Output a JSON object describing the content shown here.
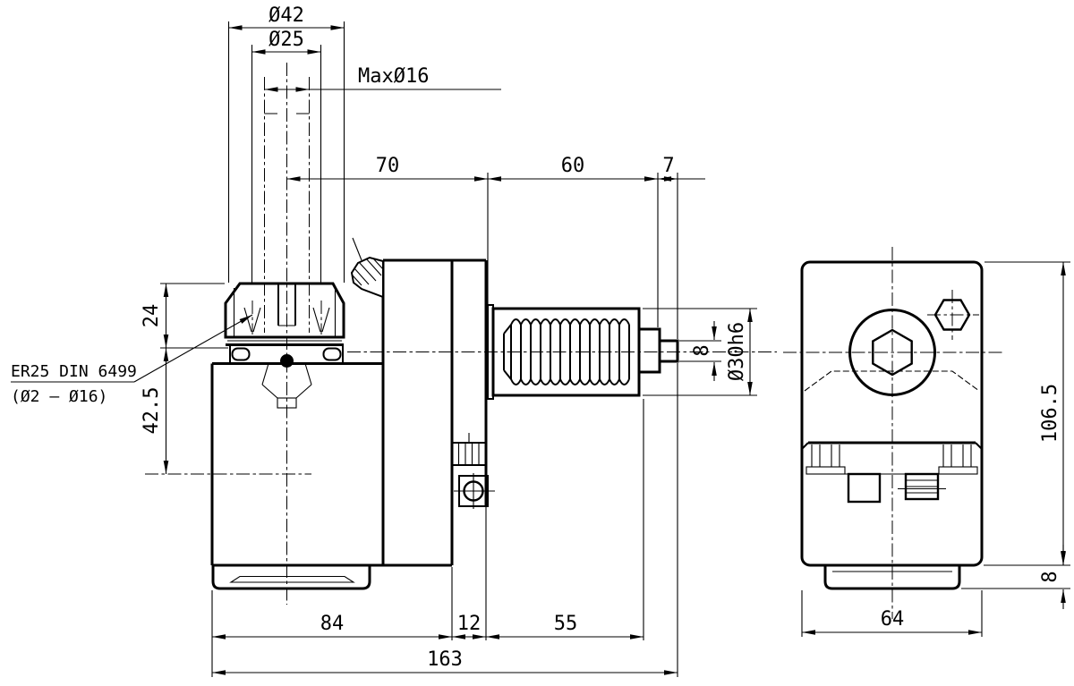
{
  "colors": {
    "line": "#000000",
    "background": "#ffffff"
  },
  "front_view": {
    "dims": {
      "dia42": "Ø42",
      "dia25": "Ø25",
      "max_tool": "MaxØ16",
      "len70": "70",
      "len60": "60",
      "len7": "7",
      "h24": "24",
      "h42_5": "42.5",
      "dia30": "Ø30h6",
      "stub8": "8",
      "len84": "84",
      "len12": "12",
      "len55": "55",
      "len163": "163"
    },
    "leader": {
      "line1": "ER25 DIN 6499",
      "line2": "(Ø2 – Ø16)"
    }
  },
  "side_view": {
    "dims": {
      "h106_5": "106.5",
      "h8": "8",
      "w64": "64"
    }
  }
}
